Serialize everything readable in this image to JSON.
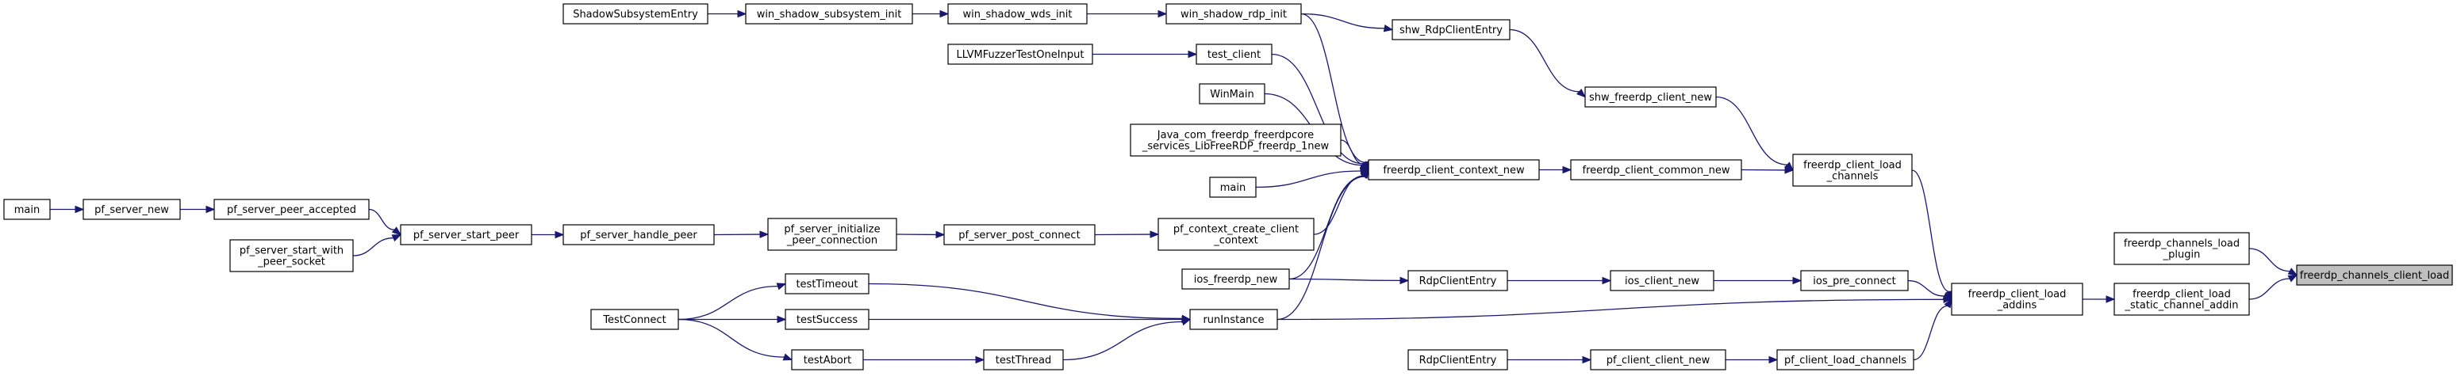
{
  "colors": {
    "edge": "#191970",
    "highlight_fill": "#bfbfbf",
    "node_border": "#000000",
    "background": "#ffffff"
  },
  "nodes": [
    {
      "id": "n_target",
      "lines": [
        "freerdp_channels_client_load"
      ],
      "highlight": true
    },
    {
      "id": "n_load_plugin",
      "lines": [
        "freerdp_channels_load",
        "_plugin"
      ]
    },
    {
      "id": "n_static_addin",
      "lines": [
        "freerdp_client_load",
        "_static_channel_addin"
      ]
    },
    {
      "id": "n_load_addins",
      "lines": [
        "freerdp_client_load",
        "_addins"
      ]
    },
    {
      "id": "n_load_channels",
      "lines": [
        "freerdp_client_load",
        "_channels"
      ]
    },
    {
      "id": "n_ios_pre_connect",
      "lines": [
        "ios_pre_connect"
      ]
    },
    {
      "id": "n_pf_client_load_channels",
      "lines": [
        "pf_client_load_channels"
      ]
    },
    {
      "id": "n_shw_client_new",
      "lines": [
        "shw_freerdp_client_new"
      ]
    },
    {
      "id": "n_common_new",
      "lines": [
        "freerdp_client_common_new"
      ]
    },
    {
      "id": "n_shw_entry",
      "lines": [
        "shw_RdpClientEntry"
      ]
    },
    {
      "id": "n_context_new",
      "lines": [
        "freerdp_client_context_new"
      ]
    },
    {
      "id": "n_win_rdp_init",
      "lines": [
        "win_shadow_rdp_init"
      ]
    },
    {
      "id": "n_test_client",
      "lines": [
        "test_client"
      ]
    },
    {
      "id": "n_winmain",
      "lines": [
        "WinMain"
      ]
    },
    {
      "id": "n_java",
      "lines": [
        "Java_com_freerdp_freerdpcore",
        "_services_LibFreeRDP_freerdp_1new"
      ]
    },
    {
      "id": "n_main_mid",
      "lines": [
        "main"
      ]
    },
    {
      "id": "n_pf_ctx",
      "lines": [
        "pf_context_create_client",
        "_context"
      ]
    },
    {
      "id": "n_ios_freerdp_new",
      "lines": [
        "ios_freerdp_new"
      ]
    },
    {
      "id": "n_runinstance",
      "lines": [
        "runInstance"
      ]
    },
    {
      "id": "n_ios_client_new",
      "lines": [
        "ios_client_new"
      ]
    },
    {
      "id": "n_rdp_entry_ios",
      "lines": [
        "RdpClientEntry"
      ]
    },
    {
      "id": "n_pf_client_new",
      "lines": [
        "pf_client_client_new"
      ]
    },
    {
      "id": "n_rdp_entry_pf",
      "lines": [
        "RdpClientEntry"
      ]
    },
    {
      "id": "n_win_wds_init",
      "lines": [
        "win_shadow_wds_init"
      ]
    },
    {
      "id": "n_win_subsys_init",
      "lines": [
        "win_shadow_subsystem_init"
      ]
    },
    {
      "id": "n_shadow_entry",
      "lines": [
        "ShadowSubsystemEntry"
      ]
    },
    {
      "id": "n_llvm",
      "lines": [
        "LLVMFuzzerTestOneInput"
      ]
    },
    {
      "id": "n_pf_post_connect",
      "lines": [
        "pf_server_post_connect"
      ]
    },
    {
      "id": "n_pf_init_peer",
      "lines": [
        "pf_server_initialize",
        "_peer_connection"
      ]
    },
    {
      "id": "n_pf_handle_peer",
      "lines": [
        "pf_server_handle_peer"
      ]
    },
    {
      "id": "n_pf_start_peer",
      "lines": [
        "pf_server_start_peer"
      ]
    },
    {
      "id": "n_pf_peer_accepted",
      "lines": [
        "pf_server_peer_accepted"
      ]
    },
    {
      "id": "n_pf_start_with_socket",
      "lines": [
        "pf_server_start_with",
        "_peer_socket"
      ]
    },
    {
      "id": "n_pf_server_new",
      "lines": [
        "pf_server_new"
      ]
    },
    {
      "id": "n_main_left",
      "lines": [
        "main"
      ]
    },
    {
      "id": "n_testtimeout",
      "lines": [
        "testTimeout"
      ]
    },
    {
      "id": "n_testsuccess",
      "lines": [
        "testSuccess"
      ]
    },
    {
      "id": "n_testabort",
      "lines": [
        "testAbort"
      ]
    },
    {
      "id": "n_testthread",
      "lines": [
        "testThread"
      ]
    },
    {
      "id": "n_testconnect",
      "lines": [
        "TestConnect"
      ]
    }
  ],
  "edges": [
    {
      "from": "n_load_plugin",
      "to": "n_target"
    },
    {
      "from": "n_static_addin",
      "to": "n_target"
    },
    {
      "from": "n_load_addins",
      "to": "n_static_addin"
    },
    {
      "from": "n_load_channels",
      "to": "n_load_addins"
    },
    {
      "from": "n_ios_pre_connect",
      "to": "n_load_addins"
    },
    {
      "from": "n_pf_client_load_channels",
      "to": "n_load_addins"
    },
    {
      "from": "n_runinstance",
      "to": "n_load_addins"
    },
    {
      "from": "n_shw_client_new",
      "to": "n_load_channels"
    },
    {
      "from": "n_common_new",
      "to": "n_load_channels"
    },
    {
      "from": "n_shw_entry",
      "to": "n_shw_client_new"
    },
    {
      "from": "n_context_new",
      "to": "n_common_new"
    },
    {
      "from": "n_win_rdp_init",
      "to": "n_shw_entry"
    },
    {
      "from": "n_win_rdp_init",
      "to": "n_context_new"
    },
    {
      "from": "n_test_client",
      "to": "n_context_new"
    },
    {
      "from": "n_winmain",
      "to": "n_context_new"
    },
    {
      "from": "n_java",
      "to": "n_context_new"
    },
    {
      "from": "n_main_mid",
      "to": "n_context_new"
    },
    {
      "from": "n_pf_ctx",
      "to": "n_context_new"
    },
    {
      "from": "n_ios_freerdp_new",
      "to": "n_context_new"
    },
    {
      "from": "n_runinstance",
      "to": "n_context_new"
    },
    {
      "from": "n_win_wds_init",
      "to": "n_win_rdp_init"
    },
    {
      "from": "n_win_subsys_init",
      "to": "n_win_wds_init"
    },
    {
      "from": "n_shadow_entry",
      "to": "n_win_subsys_init"
    },
    {
      "from": "n_llvm",
      "to": "n_test_client"
    },
    {
      "from": "n_pf_post_connect",
      "to": "n_pf_ctx"
    },
    {
      "from": "n_pf_init_peer",
      "to": "n_pf_post_connect"
    },
    {
      "from": "n_pf_handle_peer",
      "to": "n_pf_init_peer"
    },
    {
      "from": "n_pf_start_peer",
      "to": "n_pf_handle_peer"
    },
    {
      "from": "n_pf_peer_accepted",
      "to": "n_pf_start_peer"
    },
    {
      "from": "n_pf_start_with_socket",
      "to": "n_pf_start_peer"
    },
    {
      "from": "n_pf_server_new",
      "to": "n_pf_peer_accepted"
    },
    {
      "from": "n_main_left",
      "to": "n_pf_server_new"
    },
    {
      "from": "n_ios_client_new",
      "to": "n_ios_pre_connect"
    },
    {
      "from": "n_rdp_entry_ios",
      "to": "n_ios_client_new"
    },
    {
      "from": "n_ios_freerdp_new",
      "to": "n_rdp_entry_ios"
    },
    {
      "from": "n_pf_client_new",
      "to": "n_pf_client_load_channels"
    },
    {
      "from": "n_rdp_entry_pf",
      "to": "n_pf_client_new"
    },
    {
      "from": "n_testtimeout",
      "to": "n_runinstance"
    },
    {
      "from": "n_testsuccess",
      "to": "n_runinstance"
    },
    {
      "from": "n_testthread",
      "to": "n_runinstance"
    },
    {
      "from": "n_testabort",
      "to": "n_testthread"
    },
    {
      "from": "n_testconnect",
      "to": "n_testtimeout"
    },
    {
      "from": "n_testconnect",
      "to": "n_testsuccess"
    },
    {
      "from": "n_testconnect",
      "to": "n_testabort"
    }
  ]
}
